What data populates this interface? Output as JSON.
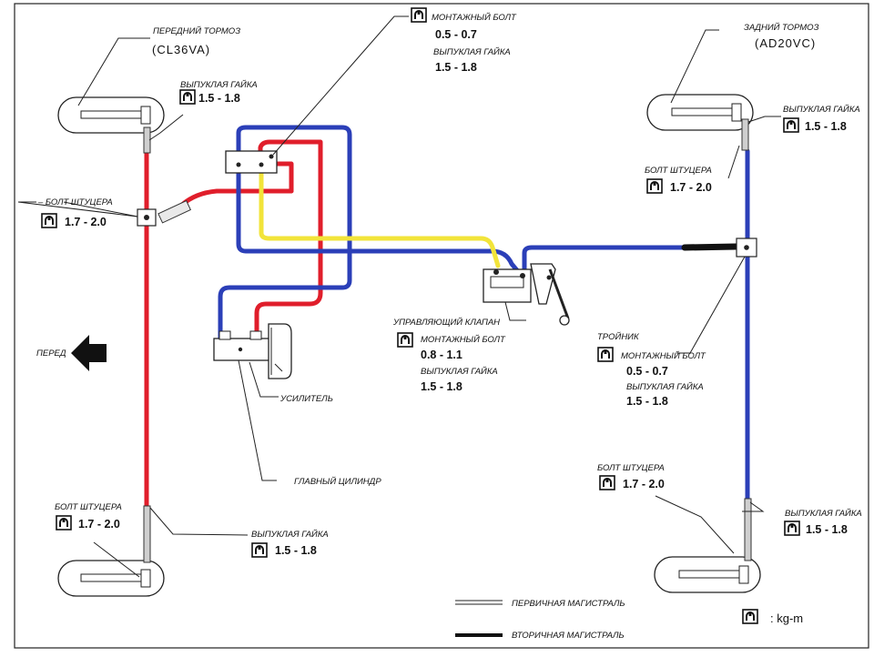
{
  "colors": {
    "primary_line": "#2b3fb8",
    "secondary_line": "#e01e2b",
    "control_line": "#f2e43a"
  },
  "front_brake": {
    "label": "ПЕРЕДНИЙ ТОРМОЗ",
    "model": "(CL36VA)"
  },
  "rear_brake": {
    "label": "ЗАДНИЙ ТОРМОЗ",
    "model": "(AD20VC)"
  },
  "mount_top": {
    "bolt_label": "МОНТАЖНЫЙ БОЛТ",
    "bolt_value": "0.5 - 0.7",
    "nut_label": "ВЫПУКЛАЯ ГАЙКА",
    "nut_value": "1.5 - 1.8"
  },
  "front_left_top": {
    "nut_label": "ВЫПУКЛАЯ ГАЙКА",
    "nut_value": "1.5 - 1.8"
  },
  "left_fitting": {
    "label": "– БОЛТ ШТУЦЕРА",
    "value": "1.7 - 2.0"
  },
  "front_left_bottom": {
    "fitting_label": "БОЛТ ШТУЦЕРА",
    "fitting_value": "1.7 - 2.0",
    "nut_label": "ВЫПУКЛАЯ ГАЙКА",
    "nut_value": "1.5 - 1.8"
  },
  "rear_right_top": {
    "nut_label": "ВЫПУКЛАЯ ГАЙКА",
    "nut_value": "1.5 - 1.8",
    "fitting_label": "БОЛТ ШТУЦЕРА",
    "fitting_value": "1.7 - 2.0"
  },
  "rear_right_bottom": {
    "fitting_label": "БОЛТ ШТУЦЕРА",
    "fitting_value": "1.7 - 2.0",
    "nut_label": "ВЫПУКЛАЯ ГАЙКА",
    "nut_value": "1.5 - 1.8"
  },
  "valve": {
    "label": "УПРАВЛЯЮЩИЙ КЛАПАН",
    "bolt_label": "МОНТАЖНЫЙ БОЛТ",
    "bolt_value": "0.8 - 1.1",
    "nut_label": "ВЫПУКЛАЯ ГАЙКА",
    "nut_value": "1.5 - 1.8"
  },
  "tee": {
    "label": "ТРОЙНИК",
    "bolt_label": "МОНТАЖНЫЙ БОЛТ",
    "bolt_value": "0.5 - 0.7",
    "nut_label": "ВЫПУКЛАЯ ГАЙКА",
    "nut_value": "1.5 - 1.8"
  },
  "booster": {
    "label": "УСИЛИТЕЛЬ"
  },
  "master_cylinder": {
    "label": "ГЛАВНЫЙ ЦИЛИНДР"
  },
  "front_arrow": {
    "label": "ПЕРЕД"
  },
  "legend": {
    "primary": "ПЕРВИЧНАЯ МАГИСТРАЛЬ",
    "secondary": "ВТОРИЧНАЯ МАГИСТРАЛЬ",
    "unit": ": kg-m"
  }
}
